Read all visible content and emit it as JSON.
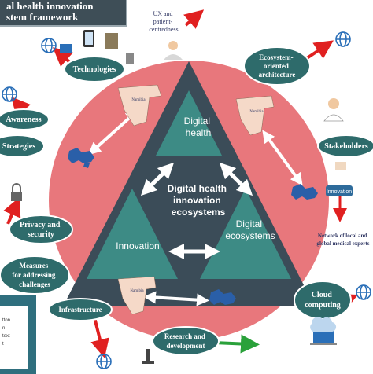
{
  "title": {
    "line1": "al health innovation",
    "line2": "stem framework"
  },
  "center": {
    "line1": "Digital health",
    "line2": "innovation",
    "line3": "ecosystems"
  },
  "triangles": {
    "top": [
      "Digital",
      "health"
    ],
    "left": [
      "Innovation"
    ],
    "right": [
      "Digital",
      "ecosystems"
    ]
  },
  "bubbles": {
    "technologies": [
      "Technologies"
    ],
    "ecosystem_architecture": [
      "Ecosystem-",
      "oriented",
      "architecture"
    ],
    "awareness": [
      "Awareness"
    ],
    "strategies": [
      "Strategies"
    ],
    "stakeholders": [
      "Stakeholders"
    ],
    "privacy_security": [
      "Privacy and",
      "security"
    ],
    "measures": [
      "Measures",
      "for addressing",
      "challenges"
    ],
    "infrastructure": [
      "Infrastructure"
    ],
    "research": [
      "Research and",
      "development"
    ],
    "cloud": [
      "Cloud",
      "computing"
    ]
  },
  "ux_label": [
    "UX and",
    "patient-",
    "centredness"
  ],
  "network_label": [
    "Network of local and",
    "global medical experts"
  ],
  "innovation_tag": "Innovation",
  "map_label": "Namibia",
  "legend": {
    "line1": "tton",
    "line2": "n",
    "line3": "text",
    "line4": "t"
  },
  "colors": {
    "circle": "#e8777c",
    "triangle_outer": "#3b4c58",
    "triangle_inner": "#3d8b85",
    "bubble": "#2e6b6b",
    "arrow_red": "#e02020",
    "arrow_green": "#2aa13a",
    "title_bg": "#3e4e57"
  }
}
